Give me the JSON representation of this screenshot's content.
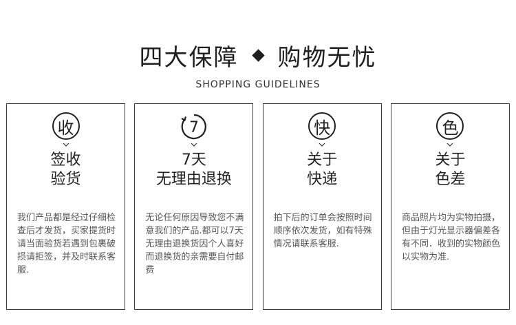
{
  "header": {
    "title_left": "四大保障",
    "title_right": "购物无忧",
    "subtitle": "SHOPPING GUIDELINES"
  },
  "cards": [
    {
      "icon_char": "收",
      "icon": "sign-icon",
      "heading_line1": "签收",
      "heading_line2": "验货",
      "body": "我们产品都是经过仔细检查后才发货，买家提货时请当面验货若遇到包裹破损请拒签，并及时联系客服."
    },
    {
      "icon_char": "7",
      "icon": "seven-day-return-icon",
      "heading_line1": "7天",
      "heading_line2": "无理由退换",
      "body": "无论任何原因导致您不满意我们的产品.都可以7天无理由退换货因个人喜好而退换货的亲需要自付邮费"
    },
    {
      "icon_char": "快",
      "icon": "express-icon",
      "heading_line1": "关于",
      "heading_line2": "快递",
      "body": "拍下后的订单会按照时间顺序依次发货，如有特殊情况请联系客服."
    },
    {
      "icon_char": "色",
      "icon": "color-icon",
      "heading_line1": "关于",
      "heading_line2": "色差",
      "body": "商品照片均为实物拍摄，但由于灯光显示器偏差各有不同．收到的实物颜色以实物为准."
    }
  ],
  "colors": {
    "text": "#222222",
    "body_text": "#555555",
    "border": "#3a3a3a"
  }
}
